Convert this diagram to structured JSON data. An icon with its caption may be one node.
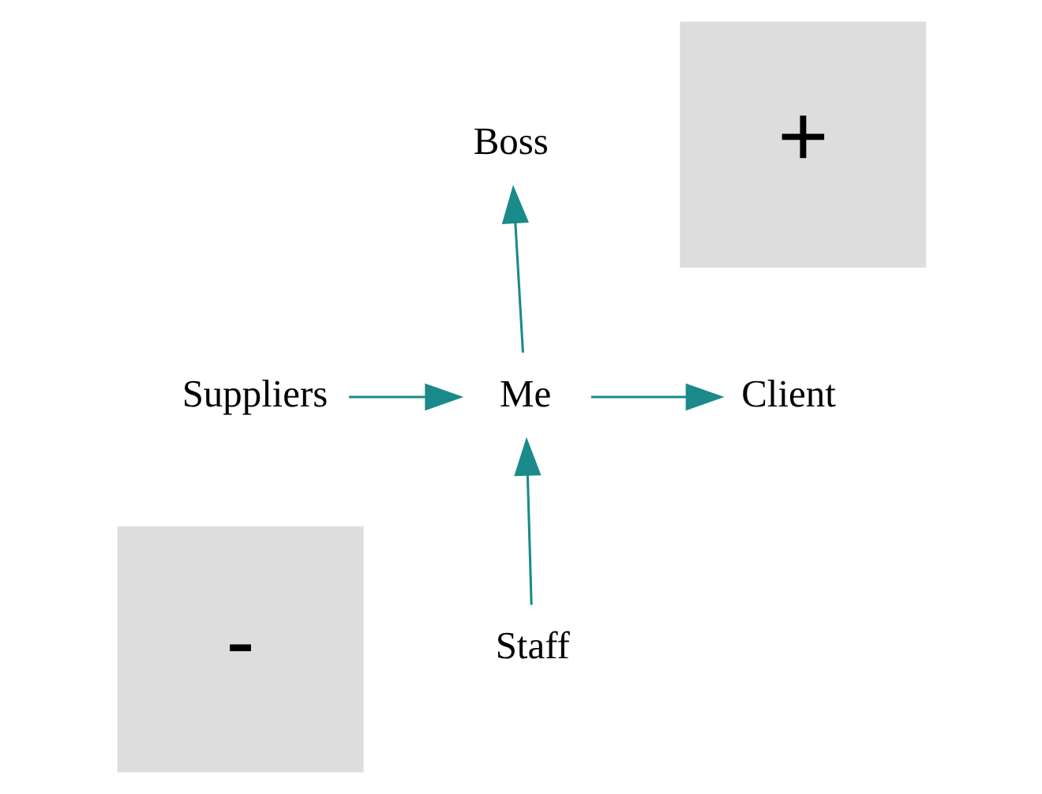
{
  "diagram": {
    "nodes": [
      {
        "text": [
          "Boss"
        ]
      },
      {
        "text": [
          "+"
        ]
      },
      {
        "text": [
          "Suppliers"
        ]
      },
      {
        "text": [
          "Me"
        ]
      },
      {
        "text": [
          "Client"
        ]
      },
      {
        "text": [
          "-"
        ]
      },
      {
        "text": [
          "Staff"
        ]
      }
    ],
    "edges": [
      {
        "from": 3,
        "to": 0,
        "arrow": "to"
      },
      {
        "from": 2,
        "to": 3,
        "arrow": "to"
      },
      {
        "from": 3,
        "to": 4,
        "arrow": "to"
      },
      {
        "from": 6,
        "to": 3,
        "arrow": "to"
      }
    ]
  }
}
